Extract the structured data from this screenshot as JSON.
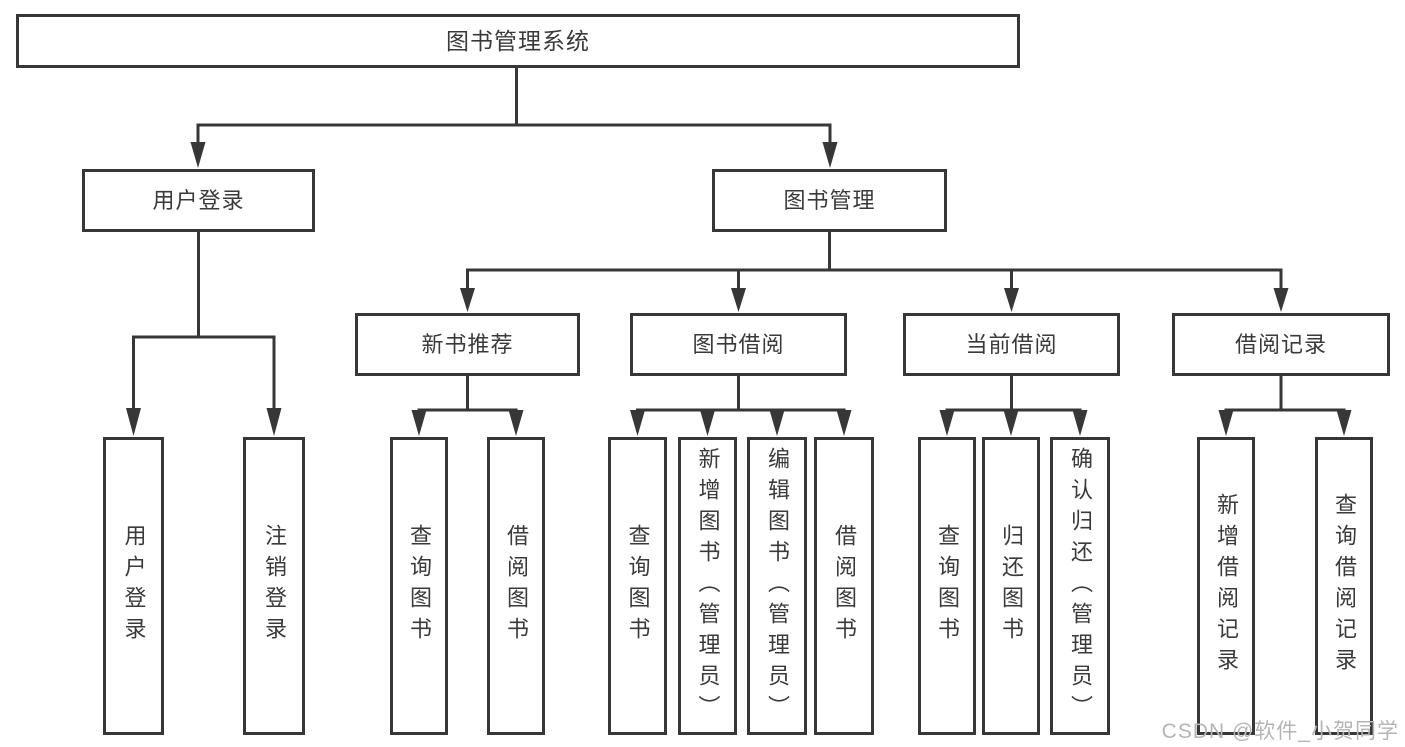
{
  "tree": {
    "root": {
      "label": "图书管理系统"
    },
    "user_login": {
      "label": "用户登录",
      "leaves": [
        "用户登录",
        "注销登录"
      ]
    },
    "book_mgmt": {
      "label": "图书管理",
      "new_book_rec": {
        "label": "新书推荐",
        "leaves": [
          "查询图书",
          "借阅图书"
        ]
      },
      "book_borrow": {
        "label": "图书借阅",
        "leaves": [
          "查询图书",
          "新增图书（管理员）",
          "编辑图书（管理员）",
          "借阅图书"
        ]
      },
      "current_borrow": {
        "label": "当前借阅",
        "leaves": [
          "查询图书",
          "归还图书",
          "确认归还（管理员）"
        ]
      },
      "borrow_records": {
        "label": "借阅记录",
        "leaves": [
          "新增借阅记录",
          "查询借阅记录"
        ]
      }
    }
  },
  "watermark": {
    "text": "CSDN @软件_小贺同学"
  },
  "colors": {
    "line": "#373737",
    "text": "#3a3a3a",
    "watermark": "#b5b5b5",
    "background": "#ffffff"
  }
}
